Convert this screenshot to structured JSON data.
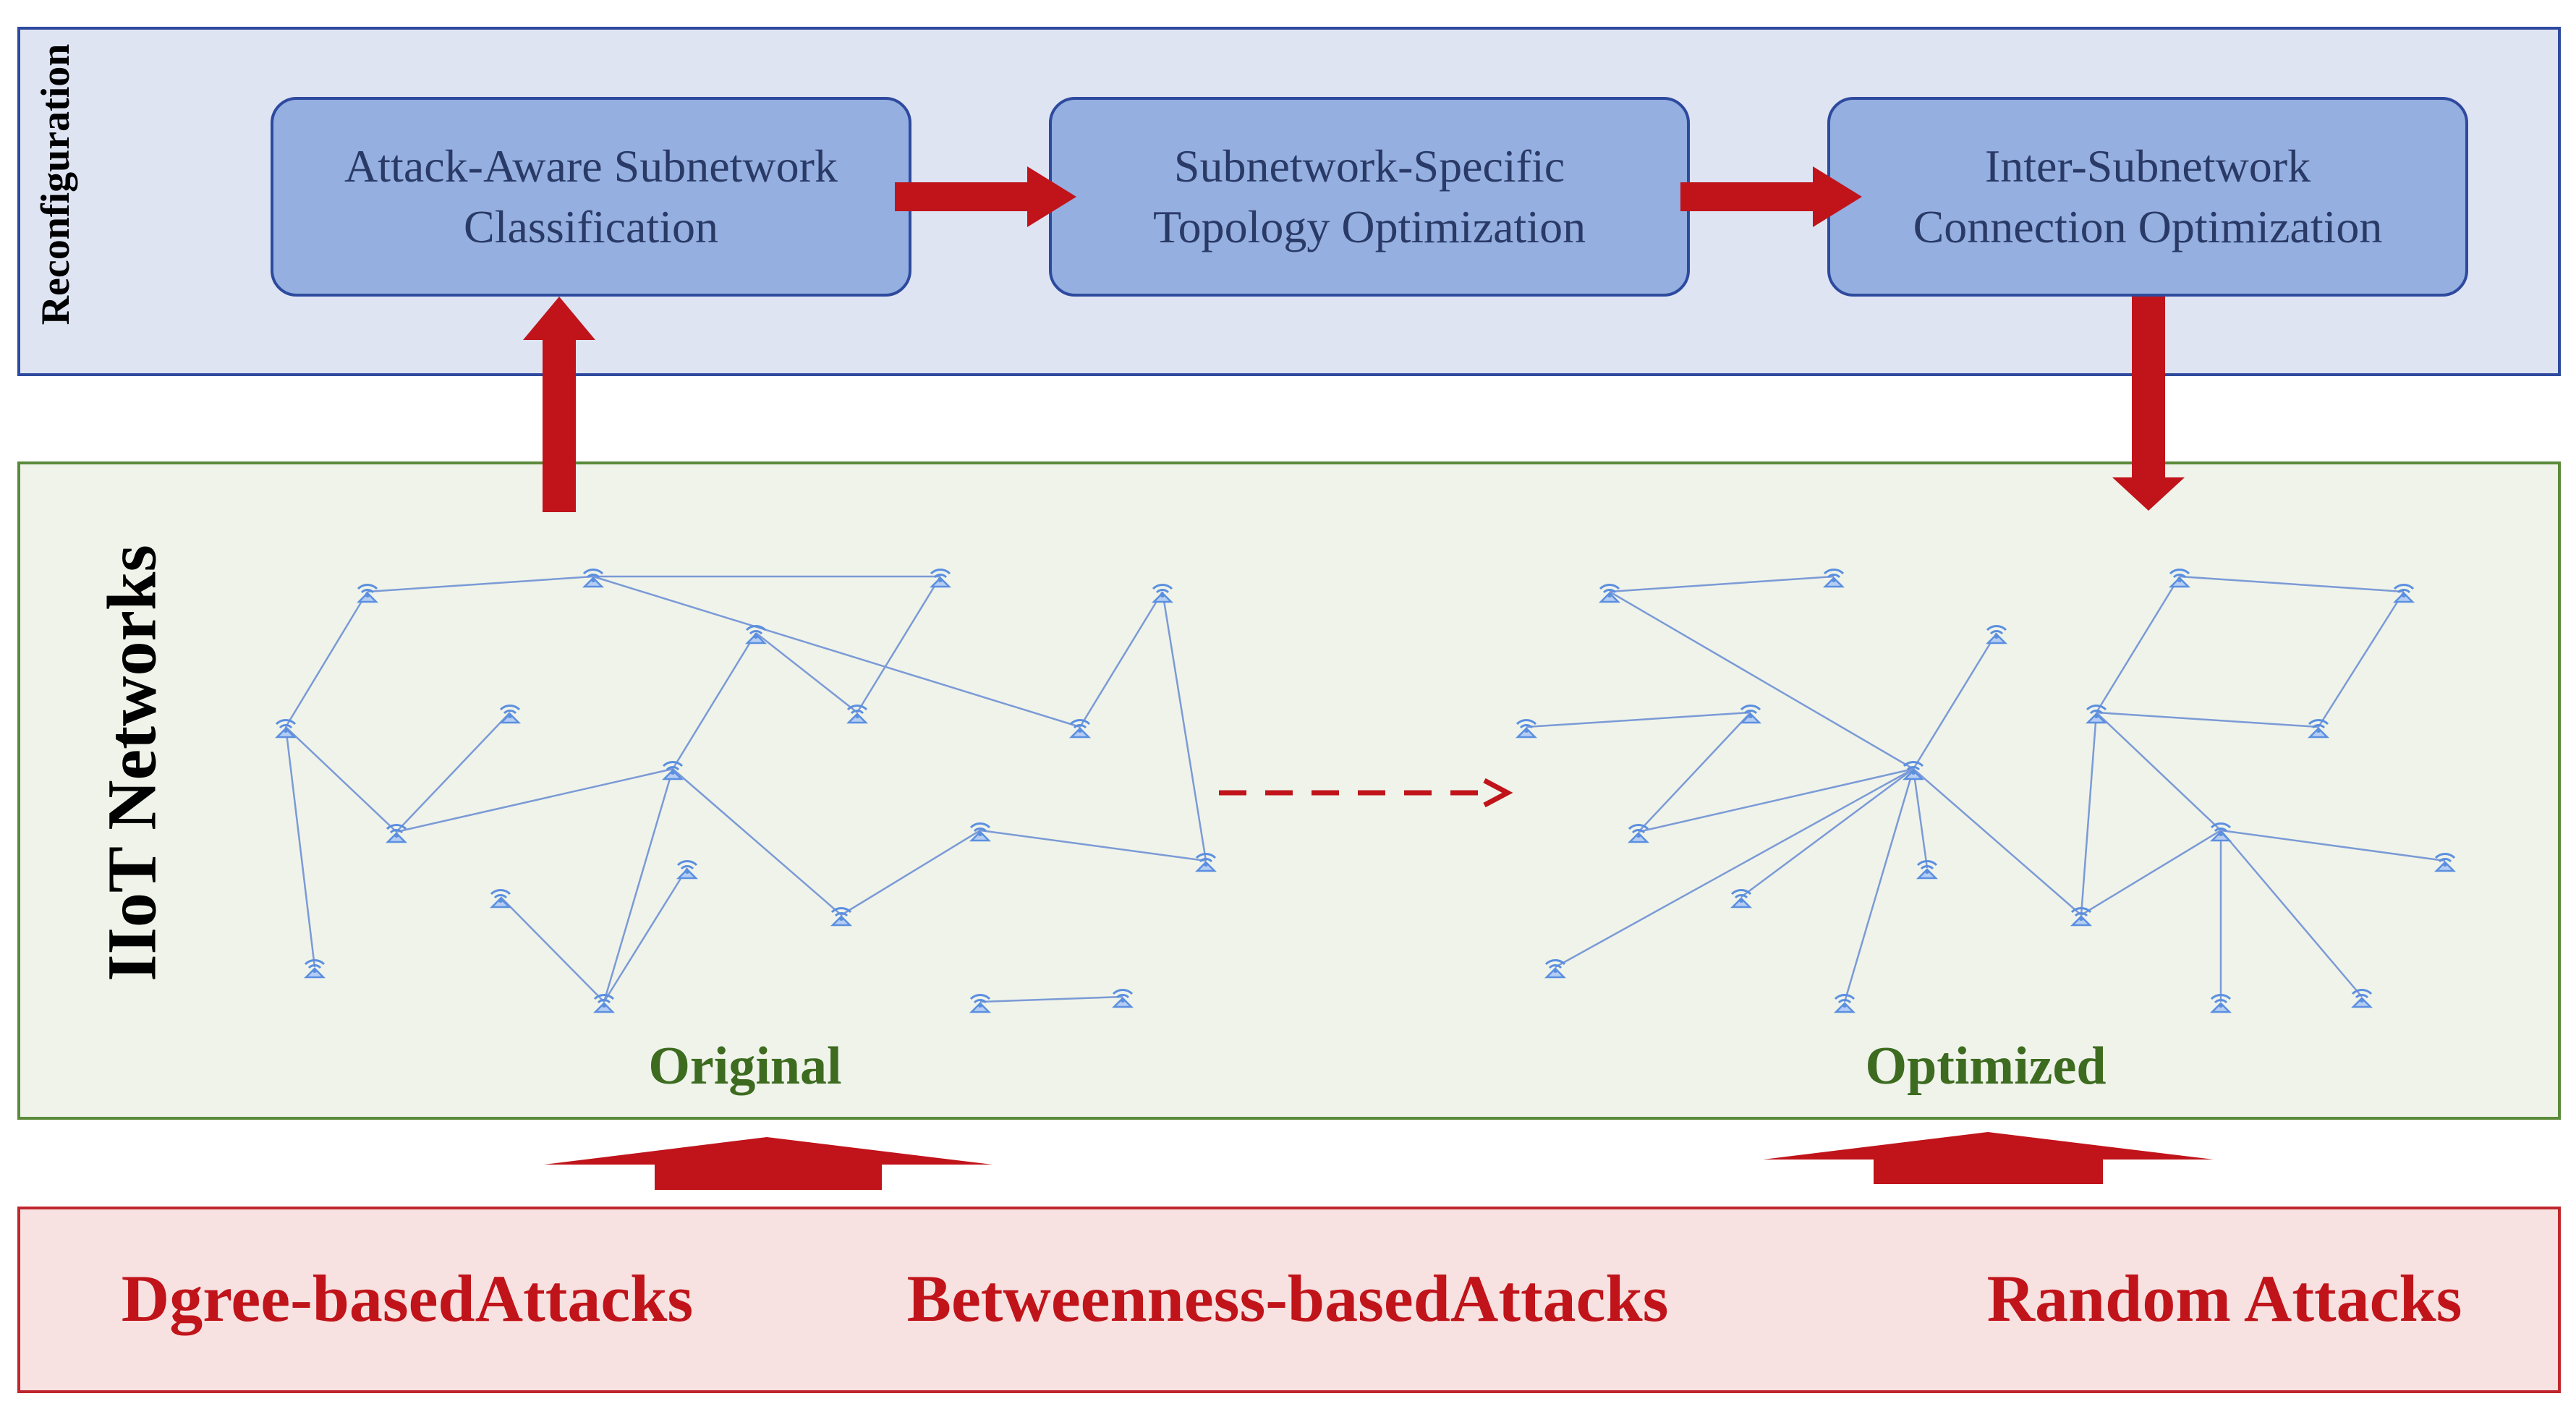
{
  "reconfiguration": {
    "title": "Reconfiguration",
    "stages": [
      "Attack-Aware Subnetwork\nClassification",
      "Subnetwork-Specific\nTopology Optimization",
      "Inter-Subnetwork\nConnection Optimization"
    ]
  },
  "iiot": {
    "title": "IIoT Networks",
    "original_label": "Original",
    "optimized_label": "Optimized"
  },
  "attacks": {
    "items": [
      "Dgree-basedAttacks",
      "Betweenness-basedAttacks",
      "Random Attacks"
    ]
  },
  "colors": {
    "arrow": "#c0141a",
    "edge": "#7b9ad6",
    "node": "#5b8fe0"
  },
  "icons": {
    "node": "wifi-node-icon"
  }
}
